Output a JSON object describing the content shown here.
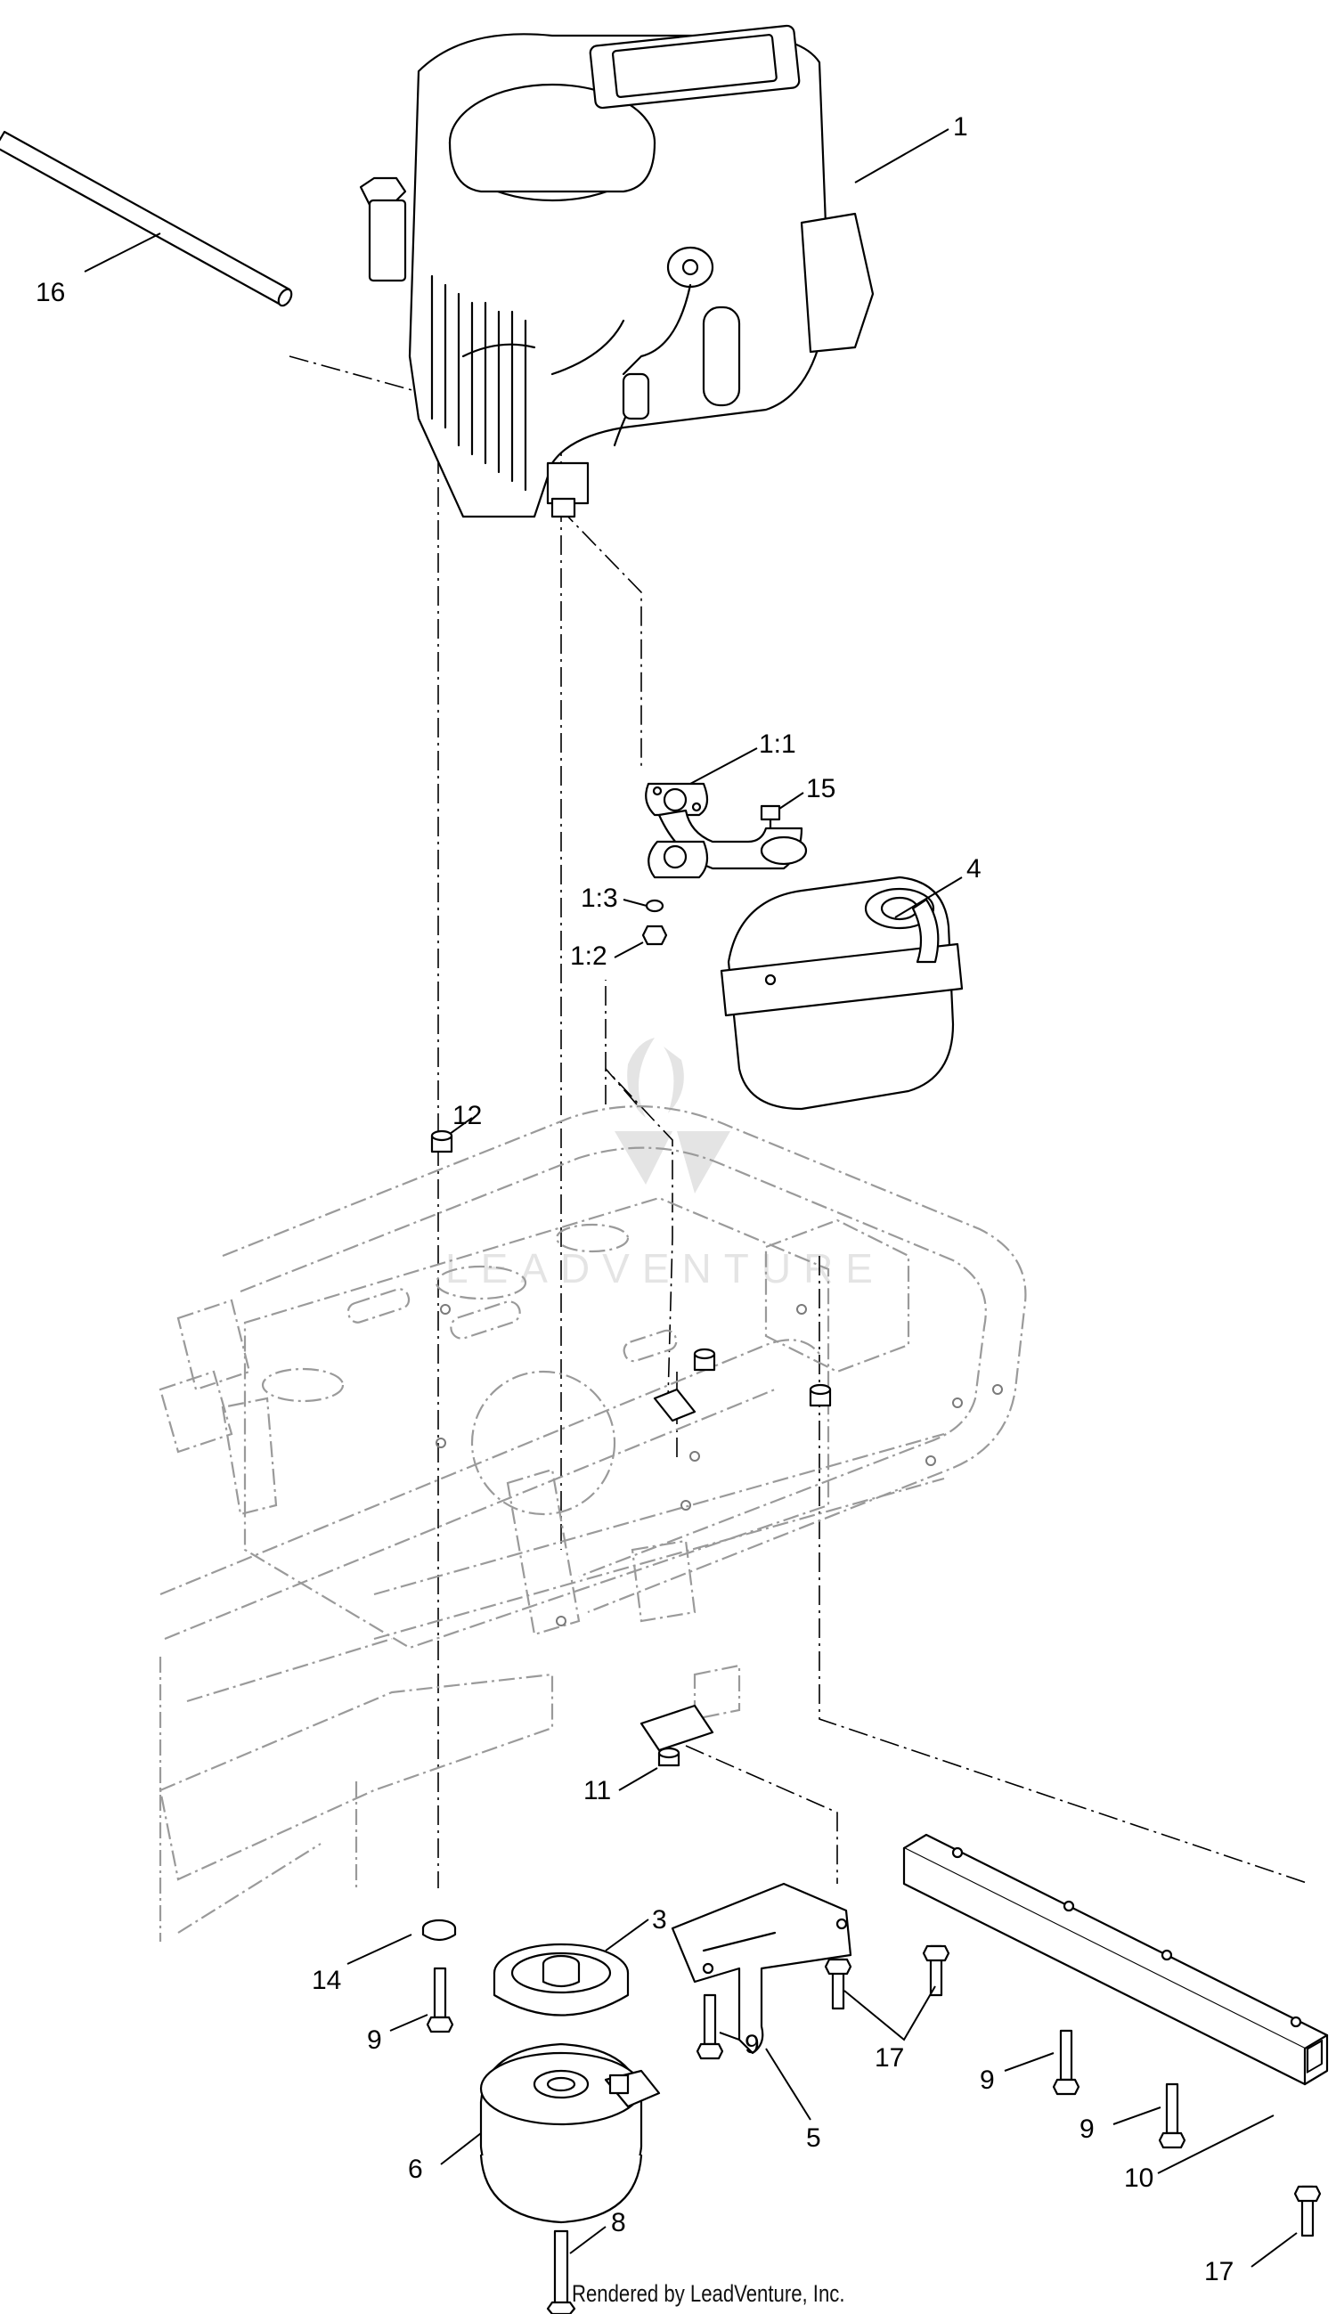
{
  "callouts": [
    {
      "id": "c1",
      "label": "1"
    },
    {
      "id": "c1-1",
      "label": "1:1"
    },
    {
      "id": "c1-2",
      "label": "1:2"
    },
    {
      "id": "c1-3",
      "label": "1:3"
    },
    {
      "id": "c3",
      "label": "3"
    },
    {
      "id": "c4",
      "label": "4"
    },
    {
      "id": "c5",
      "label": "5"
    },
    {
      "id": "c6",
      "label": "6"
    },
    {
      "id": "c8",
      "label": "8"
    },
    {
      "id": "c9a",
      "label": "9"
    },
    {
      "id": "c9b",
      "label": "9"
    },
    {
      "id": "c9c",
      "label": "9"
    },
    {
      "id": "c9d",
      "label": "9"
    },
    {
      "id": "c10",
      "label": "10"
    },
    {
      "id": "c11",
      "label": "11"
    },
    {
      "id": "c12",
      "label": "12"
    },
    {
      "id": "c14",
      "label": "14"
    },
    {
      "id": "c15",
      "label": "15"
    },
    {
      "id": "c16",
      "label": "16"
    },
    {
      "id": "c17a",
      "label": "17"
    },
    {
      "id": "c17b",
      "label": "17"
    }
  ],
  "watermark": "LEADVENTURE",
  "credit": "Rendered by LeadVenture, Inc.",
  "colors": {
    "ink": "#000000",
    "frame": "#9a9a9a",
    "background": "#ffffff"
  }
}
